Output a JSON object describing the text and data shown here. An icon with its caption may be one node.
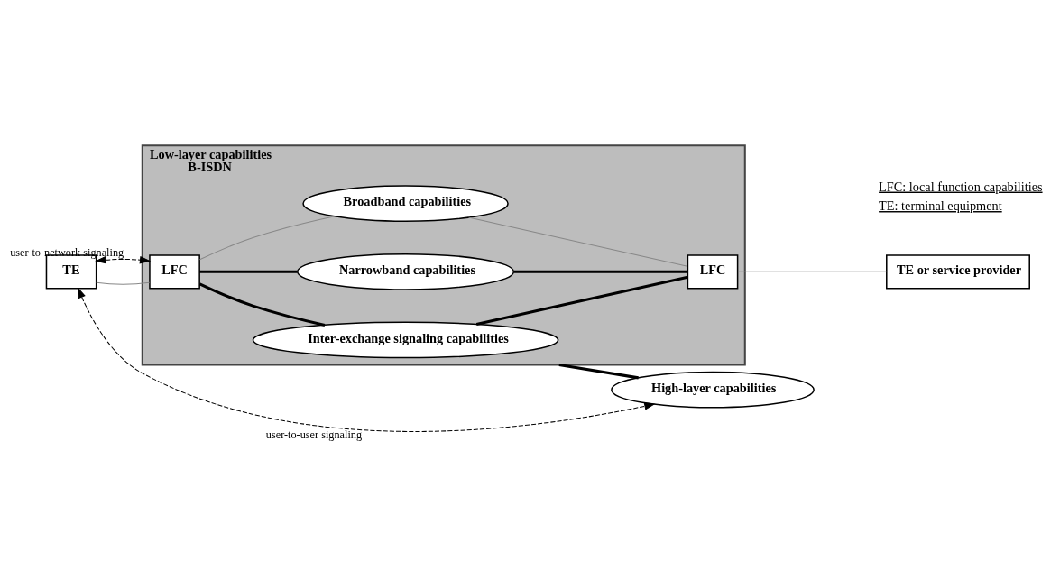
{
  "diagram": {
    "nodes": [
      {
        "text": [
          "Low-layer capabilities",
          "B-ISDN"
        ]
      },
      {
        "text": [
          "Narrowband capabilities"
        ],
        "in": 0
      },
      {
        "text": [
          "LFC"
        ],
        "in": 0
      },
      {
        "text": [
          "Broadband capabilities"
        ],
        "in": 0
      },
      {
        "text": [
          "LFC"
        ],
        "in": 0
      },
      {
        "text": [
          "Inter-exchange signaling capabilities"
        ],
        "in": 0
      },
      {
        "text": [
          "TE"
        ]
      },
      {
        "text": [
          "High-layer capabilities"
        ]
      },
      {
        "text": [
          "TE or service provider"
        ]
      }
    ],
    "edges": [
      {
        "from": 6,
        "to": 2,
        "arrow": "none",
        "color": "#888888"
      },
      {
        "from": 2,
        "to": 1,
        "arrow": "none",
        "style": "thick"
      },
      {
        "from": 2,
        "to": 3,
        "arrow": "none",
        "color": "#888888"
      },
      {
        "from": 2,
        "to": 5,
        "arrow": "none",
        "style": "thick"
      },
      {
        "from": 1,
        "to": 4,
        "arrow": "none",
        "style": "thick"
      },
      {
        "from": 3,
        "to": 4,
        "arrow": "none",
        "color": "#888888"
      },
      {
        "from": 5,
        "to": 4,
        "arrow": "none",
        "style": "thick"
      },
      {
        "from": 4,
        "to": 8,
        "arrow": "none",
        "color": "#888888"
      },
      {
        "from": 0,
        "to": 7,
        "arrow": "none",
        "style": "thick"
      },
      {
        "from": 6,
        "to": 2,
        "arrow": "both",
        "style": "dashed",
        "label": "user-to-network signaling"
      },
      {
        "from": 6,
        "to": 7,
        "arrow": "both",
        "style": "dashed",
        "label": "user-to-user signaling"
      }
    ],
    "labels": [
      "LFC: local function capabilities",
      "TE: terminal equipment"
    ]
  }
}
